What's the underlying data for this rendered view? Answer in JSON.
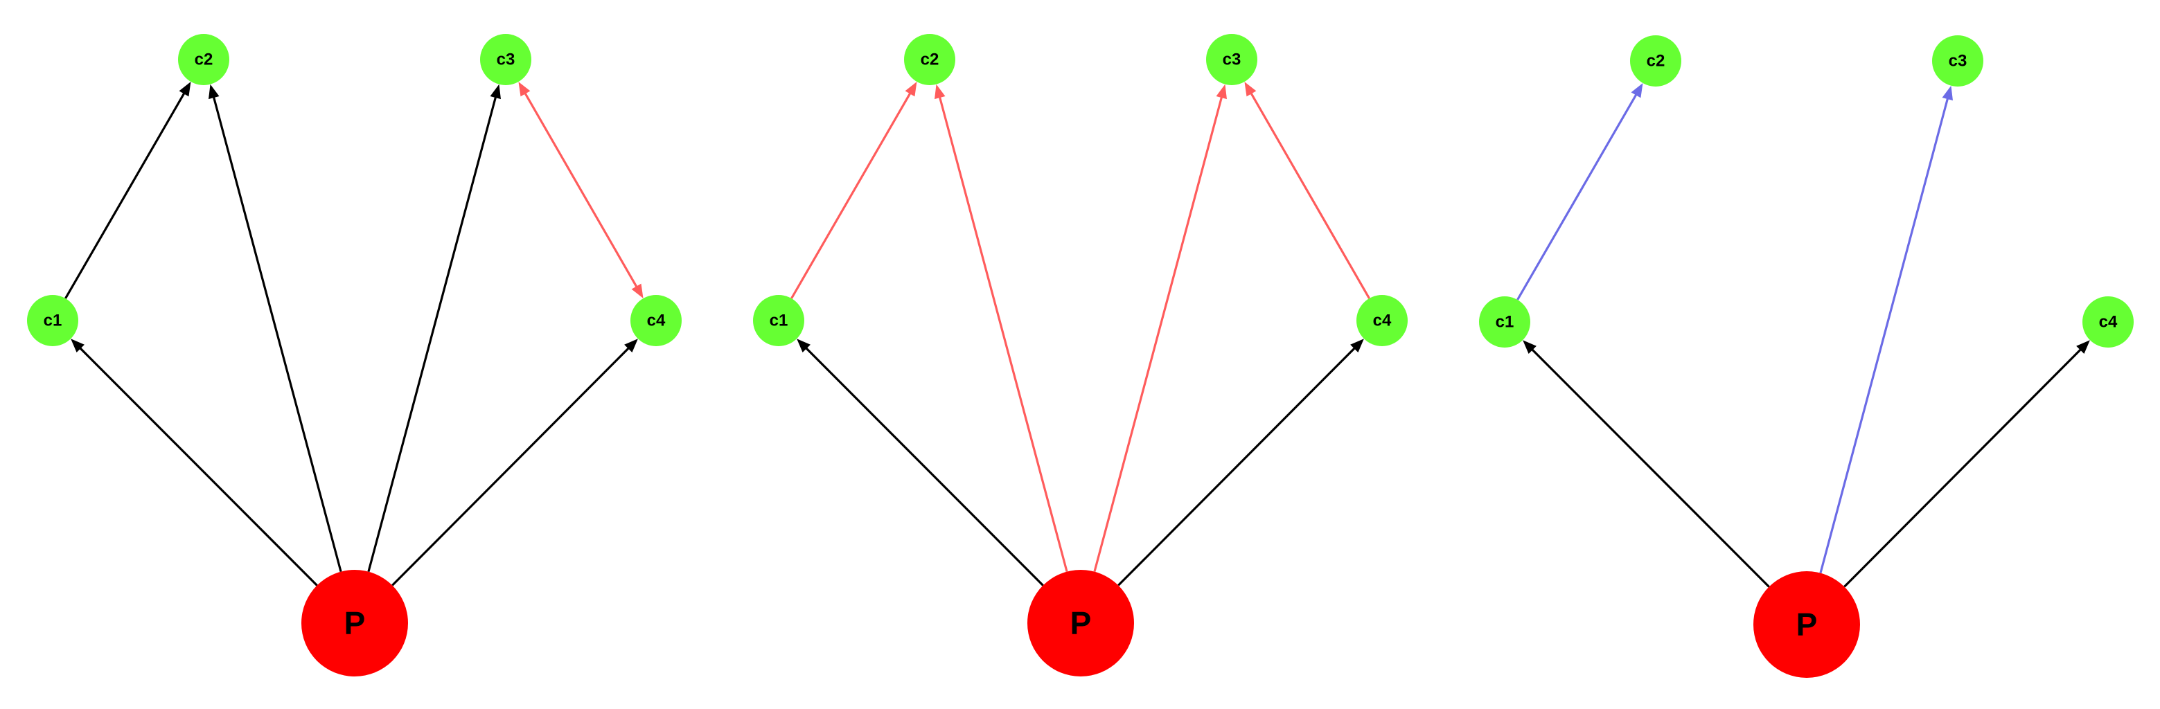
{
  "colors": {
    "parent_fill": "#ff0000",
    "child_fill": "#66ff33",
    "edge_black": "#000000",
    "edge_red": "#ff5c5c",
    "edge_blue": "#6b6be6"
  },
  "diagrams": [
    {
      "nodes": [
        {
          "id": "P",
          "label": "P",
          "kind": "parent"
        },
        {
          "id": "c1",
          "label": "c1",
          "kind": "child"
        },
        {
          "id": "c2",
          "label": "c2",
          "kind": "child"
        },
        {
          "id": "c3",
          "label": "c3",
          "kind": "child"
        },
        {
          "id": "c4",
          "label": "c4",
          "kind": "child"
        }
      ],
      "edges": [
        {
          "from": "P",
          "to": "c1",
          "color": "edge_black"
        },
        {
          "from": "P",
          "to": "c2",
          "color": "edge_black"
        },
        {
          "from": "P",
          "to": "c3",
          "color": "edge_black"
        },
        {
          "from": "P",
          "to": "c4",
          "color": "edge_black"
        },
        {
          "from": "c1",
          "to": "c2",
          "color": "edge_black"
        },
        {
          "from": "c4",
          "to": "c3",
          "color": "edge_red",
          "bidirectional": true
        }
      ]
    },
    {
      "nodes": [
        {
          "id": "P",
          "label": "P",
          "kind": "parent"
        },
        {
          "id": "c1",
          "label": "c1",
          "kind": "child"
        },
        {
          "id": "c2",
          "label": "c2",
          "kind": "child"
        },
        {
          "id": "c3",
          "label": "c3",
          "kind": "child"
        },
        {
          "id": "c4",
          "label": "c4",
          "kind": "child"
        }
      ],
      "edges": [
        {
          "from": "P",
          "to": "c1",
          "color": "edge_black"
        },
        {
          "from": "P",
          "to": "c4",
          "color": "edge_black"
        },
        {
          "from": "P",
          "to": "c2",
          "color": "edge_red"
        },
        {
          "from": "P",
          "to": "c3",
          "color": "edge_red"
        },
        {
          "from": "c1",
          "to": "c2",
          "color": "edge_red"
        },
        {
          "from": "c4",
          "to": "c3",
          "color": "edge_red"
        }
      ]
    },
    {
      "nodes": [
        {
          "id": "P",
          "label": "P",
          "kind": "parent"
        },
        {
          "id": "c1",
          "label": "c1",
          "kind": "child"
        },
        {
          "id": "c2",
          "label": "c2",
          "kind": "child"
        },
        {
          "id": "c3",
          "label": "c3",
          "kind": "child"
        },
        {
          "id": "c4",
          "label": "c4",
          "kind": "child"
        }
      ],
      "edges": [
        {
          "from": "P",
          "to": "c1",
          "color": "edge_black"
        },
        {
          "from": "P",
          "to": "c4",
          "color": "edge_black"
        },
        {
          "from": "P",
          "to": "c3",
          "color": "edge_blue"
        },
        {
          "from": "c1",
          "to": "c2",
          "color": "edge_blue"
        }
      ]
    }
  ]
}
